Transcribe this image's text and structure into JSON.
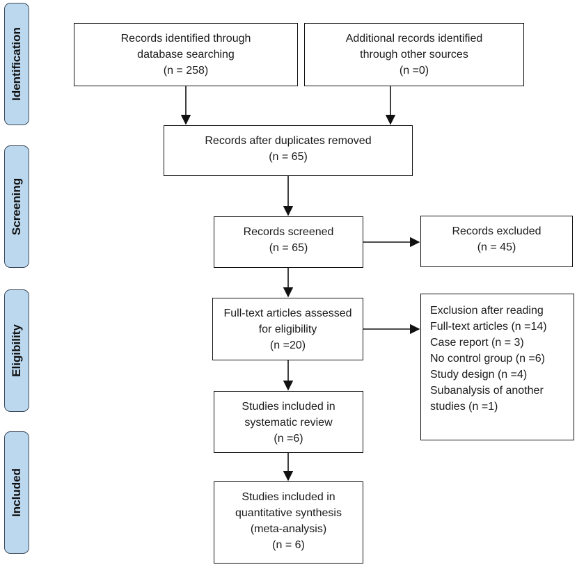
{
  "phases": {
    "identification": "Identification",
    "screening": "Screening",
    "eligibility": "Eligibility",
    "included": "Included"
  },
  "boxes": {
    "db_search": [
      "Records identified through",
      "database searching",
      "(n = 258)"
    ],
    "other_sources": [
      "Additional records identified",
      "through other sources",
      "(n =0)"
    ],
    "duplicates_removed": [
      "Records after duplicates removed",
      "(n = 65)"
    ],
    "screened": [
      "Records screened",
      "(n = 65)"
    ],
    "excluded": [
      "Records excluded",
      "(n = 45)"
    ],
    "fulltext": [
      "Full-text articles assessed",
      "for eligibility",
      "(n =20)"
    ],
    "exclusion_after_reading": [
      "Exclusion after reading",
      "Full-text articles (n =14)",
      "Case report (n = 3)",
      "No control group (n =6)",
      "Study design (n =4)",
      "Subanalysis of another",
      "studies (n =1)"
    ],
    "systematic_review": [
      "Studies included in",
      "systematic review",
      "(n =6)"
    ],
    "quantitative": [
      "Studies included in",
      "quantitative synthesis",
      "(meta-analysis)",
      "(n = 6)"
    ]
  },
  "colors": {
    "phase_fill": "#bcd8ef",
    "phase_border": "#3b4a5a",
    "box_border": "#111111",
    "arrow": "#111111"
  }
}
